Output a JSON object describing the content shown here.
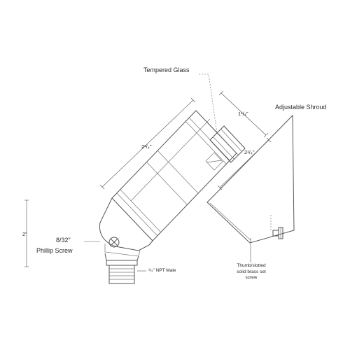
{
  "labels": {
    "tempered_glass": "Tempered Glass",
    "adjustable_shroud": "Adjustable Shroud",
    "dim_shroud_width": "1¹/₄\"",
    "dim_body_length": "2¹/₄\"",
    "dim_shroud_depth": "2¹/₄\"",
    "dim_height": "2\"",
    "screw_size": "8/32\"",
    "screw_type": "Phillip Screw",
    "npt": "¹/₂\" NPT Male",
    "set_screw_line1": "Thumb/slotted",
    "set_screw_line2": "solid brass set",
    "set_screw_line3": "screw"
  }
}
